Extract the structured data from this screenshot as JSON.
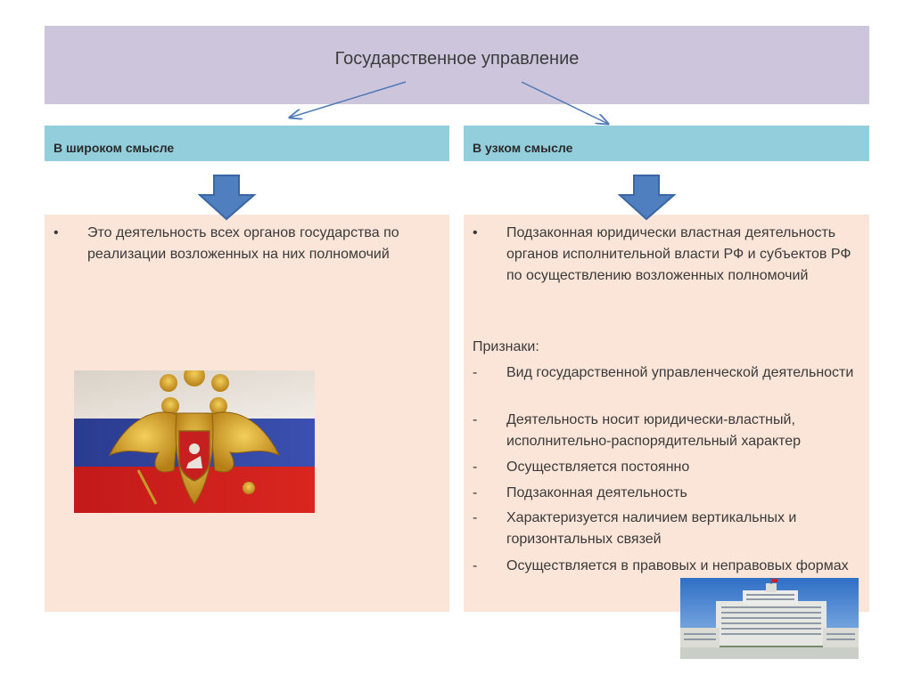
{
  "title": "Государственное управление",
  "left": {
    "heading": "В широком смысле",
    "bullet_marker": "•",
    "text": "Это деятельность всех органов государства по реализации возложенных на них полномочий"
  },
  "right": {
    "heading": "В узком смысле",
    "bullet_marker": "•",
    "text": "Подзаконная юридически властная деятельность органов исполнительной власти РФ и субъектов РФ по осуществлению возложенных полномочий",
    "signs_label": "Признаки:",
    "dash_marker": "-",
    "signs": [
      "Вид государственной управленческой деятельности",
      "Деятельность носит юридически-властный, исполнительно-распорядительный характер",
      "Осуществляется постоянно",
      "Подзаконная деятельность",
      "Характеризуется наличием вертикальных и горизонтальных связей",
      "Осуществляется в правовых и неправовых формах"
    ]
  },
  "colors": {
    "title_bg": "#ccc5dc",
    "heading_bg": "#93cedd",
    "panel_bg": "#fbe5d8",
    "arrow_fill": "#4f7fbf",
    "arrow_stroke": "#3a66a4"
  }
}
